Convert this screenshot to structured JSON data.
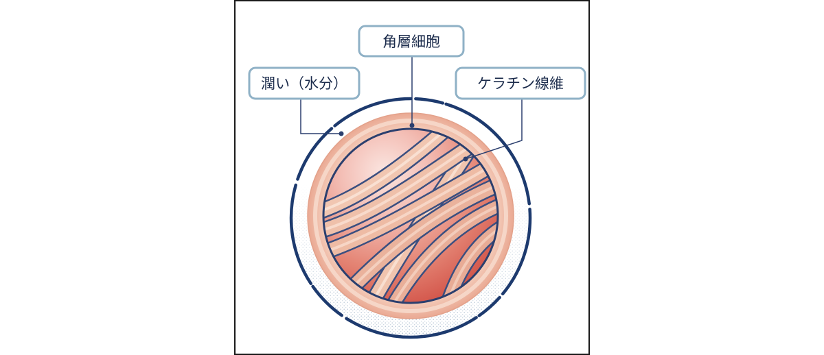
{
  "labels": {
    "corneocyte": "角層細胞",
    "moisture": "潤い（水分）",
    "keratin": "ケラチン線維"
  },
  "colors": {
    "label_border": "#8fb1c6",
    "leader_line": "#2b3f6e",
    "outer_water_ring": "#1d3a6e",
    "cell_ring": "#efbba5",
    "core_outline": "#2b3f6e"
  }
}
